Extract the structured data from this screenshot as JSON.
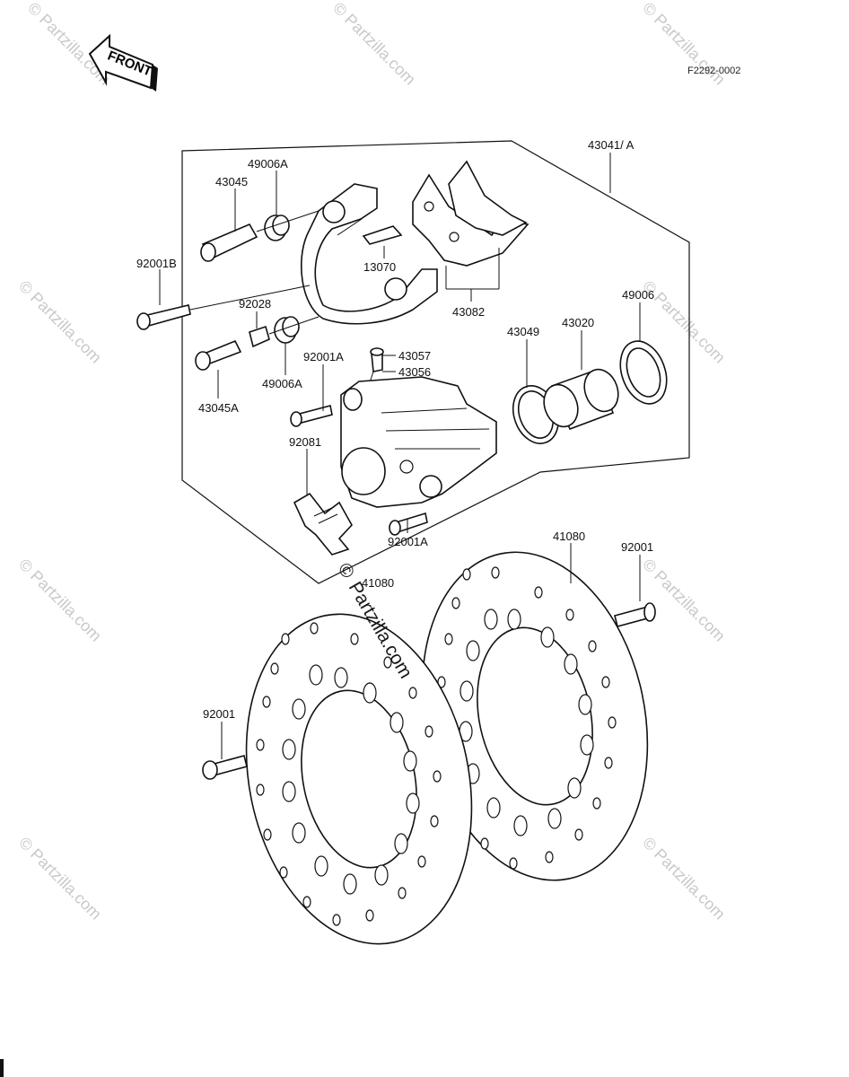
{
  "header": {
    "front_label": "FRONT",
    "figure_ref": "F2292-0002"
  },
  "watermark": {
    "text": "© Partzilla.com",
    "center_text": "Partzilla.com",
    "color": "#c9c9c9"
  },
  "callouts": {
    "assembly": "43041/ A",
    "bolt_top_left": "92001B",
    "pin_upper": "43045",
    "boot_upper": "49006A",
    "spring_clip": "13070",
    "pads": "43082",
    "pin_lower_nut": "92028",
    "pin_lower": "43045A",
    "boot_lower": "49006A",
    "cap": "43057",
    "bleeder": "43056",
    "bolt_mid": "92001A",
    "seal_ring": "43049",
    "piston": "43020",
    "dust_seal": "49006",
    "plate": "92081",
    "bolt_lower": "92001A",
    "disc_rear": "41080",
    "disc_front": "41080",
    "bolt_right": "92001",
    "bolt_left": "92001"
  }
}
